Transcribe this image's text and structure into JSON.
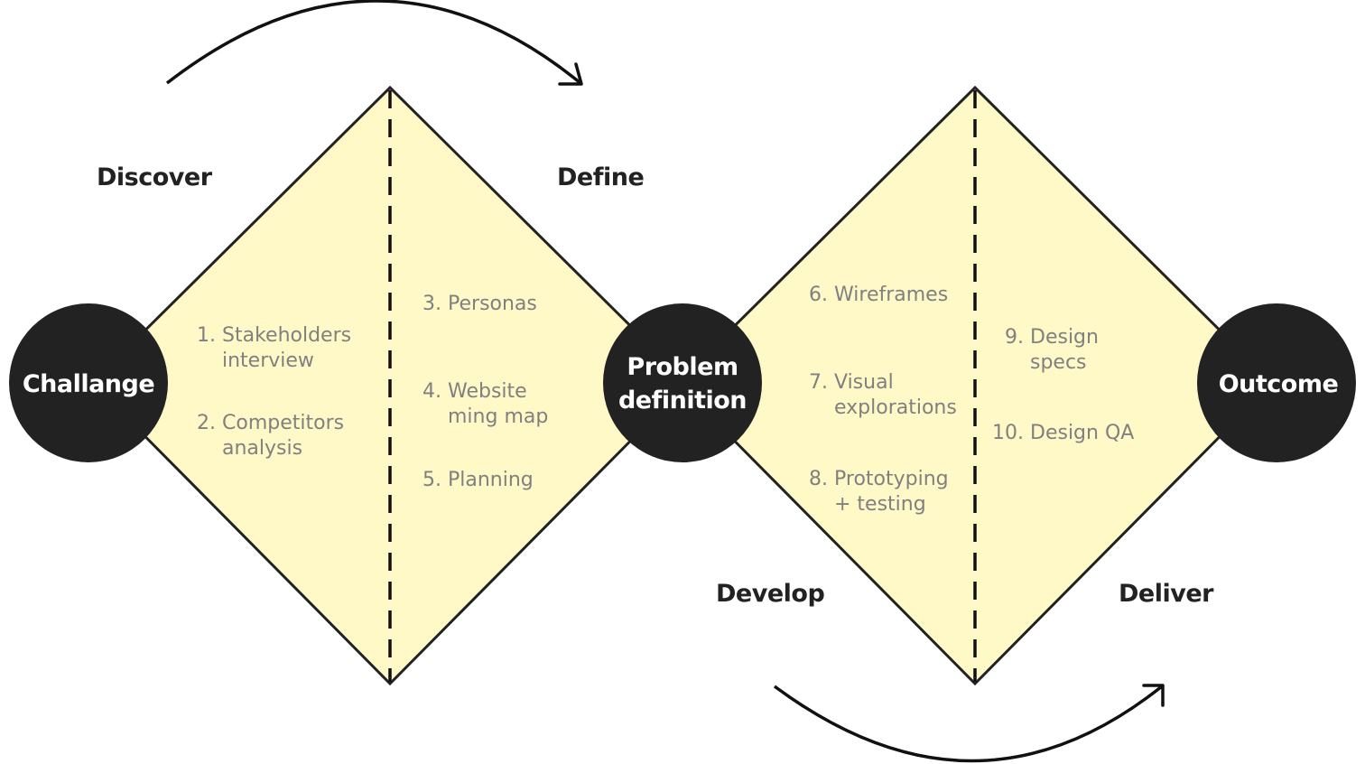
{
  "colors": {
    "diamond_fill": "#FFF9C8",
    "stroke": "#222222",
    "node_fill": "#222222",
    "node_text": "#FFFFFF",
    "item_text": "#808080",
    "phase_text": "#222222"
  },
  "nodes": [
    {
      "id": "challange",
      "lines": [
        "Challange"
      ]
    },
    {
      "id": "problem-definition",
      "lines": [
        "Problem",
        "definition"
      ]
    },
    {
      "id": "outcome",
      "lines": [
        "Outcome"
      ]
    }
  ],
  "phases": {
    "discover": "Discover",
    "define": "Define",
    "develop": "Develop",
    "deliver": "Deliver"
  },
  "items": [
    {
      "num": "1.",
      "lines": [
        "Stakeholders",
        "interview"
      ]
    },
    {
      "num": "2.",
      "lines": [
        "Competitors",
        "analysis"
      ]
    },
    {
      "num": "3.",
      "lines": [
        "Personas"
      ]
    },
    {
      "num": "4.",
      "lines": [
        "Website",
        "ming map"
      ]
    },
    {
      "num": "5.",
      "lines": [
        "Planning"
      ]
    },
    {
      "num": "6.",
      "lines": [
        "Wireframes"
      ]
    },
    {
      "num": "7.",
      "lines": [
        "Visual",
        "explorations"
      ]
    },
    {
      "num": "8.",
      "lines": [
        "Prototyping",
        "+ testing"
      ]
    },
    {
      "num": "9.",
      "lines": [
        "Design",
        "specs"
      ]
    },
    {
      "num": "10.",
      "lines": [
        "Design QA"
      ]
    }
  ]
}
